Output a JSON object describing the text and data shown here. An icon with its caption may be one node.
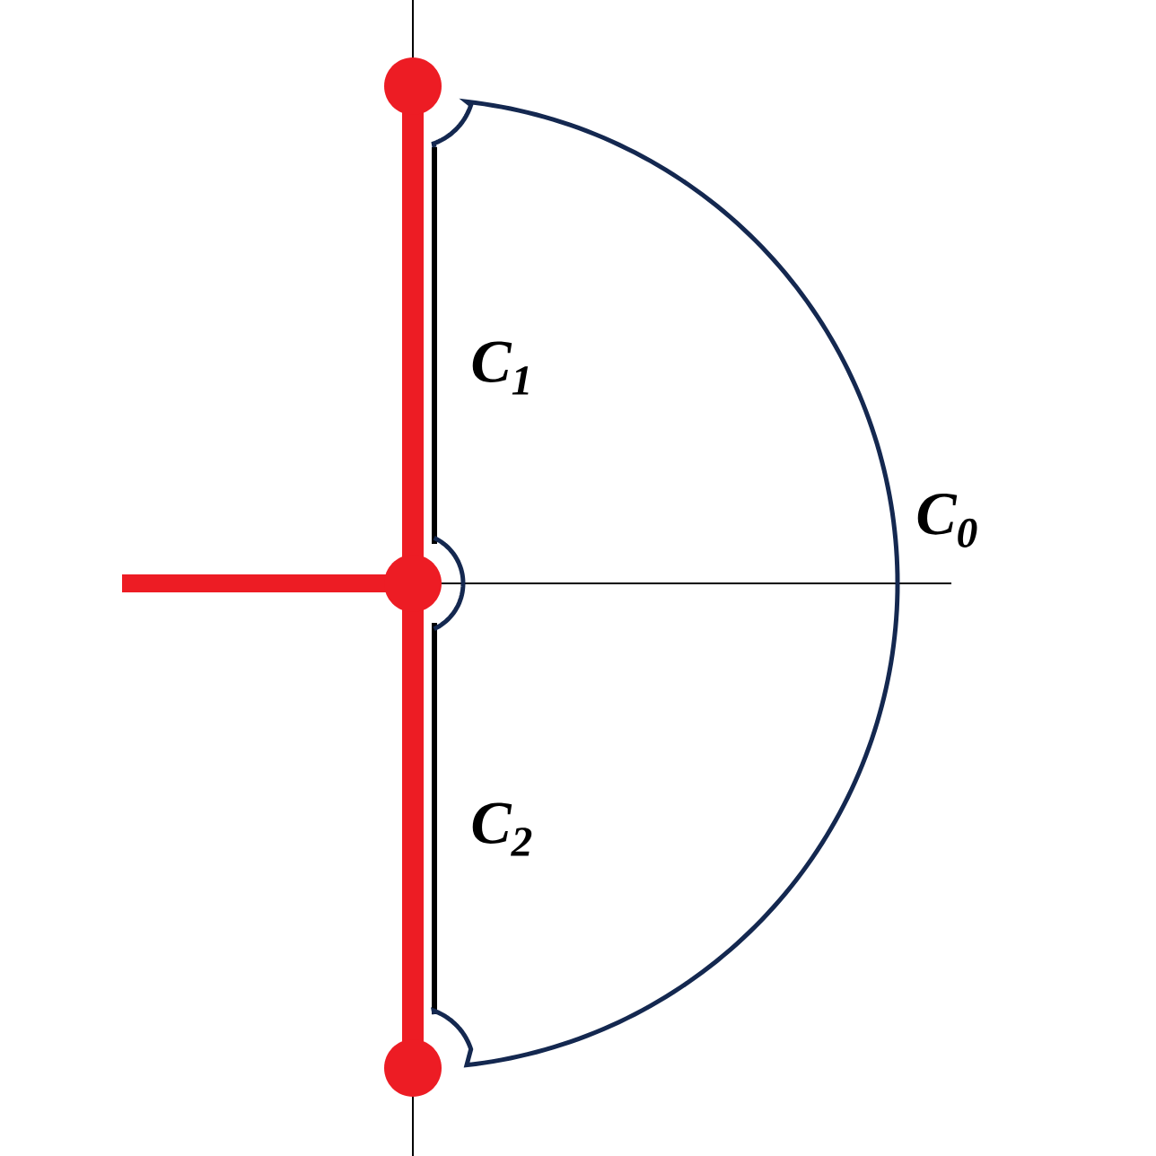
{
  "diagram": {
    "labels": [
      "C$_{1}$",
      "C$_{0}$",
      "C$_{2}$"
    ]
  }
}
